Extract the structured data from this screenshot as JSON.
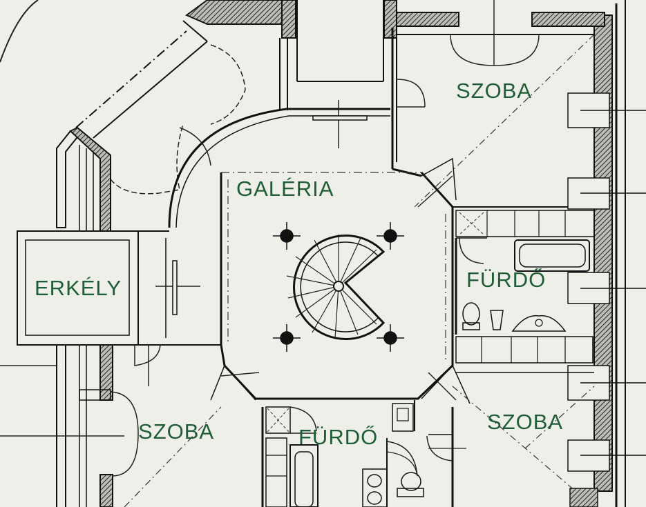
{
  "rooms": {
    "szoba_top_right": "SZOBA",
    "galeria": "GALÉRIA",
    "erkely": "ERKÉLY",
    "furdo_right": "FÜRDŐ",
    "szoba_bottom_left": "SZOBA",
    "furdo_bottom": "FÜRDŐ",
    "szoba_bottom_right": "SZOBA"
  },
  "colors": {
    "label": "#1f5e34",
    "wall": "#1a1a1a",
    "paper": "#efefea"
  }
}
